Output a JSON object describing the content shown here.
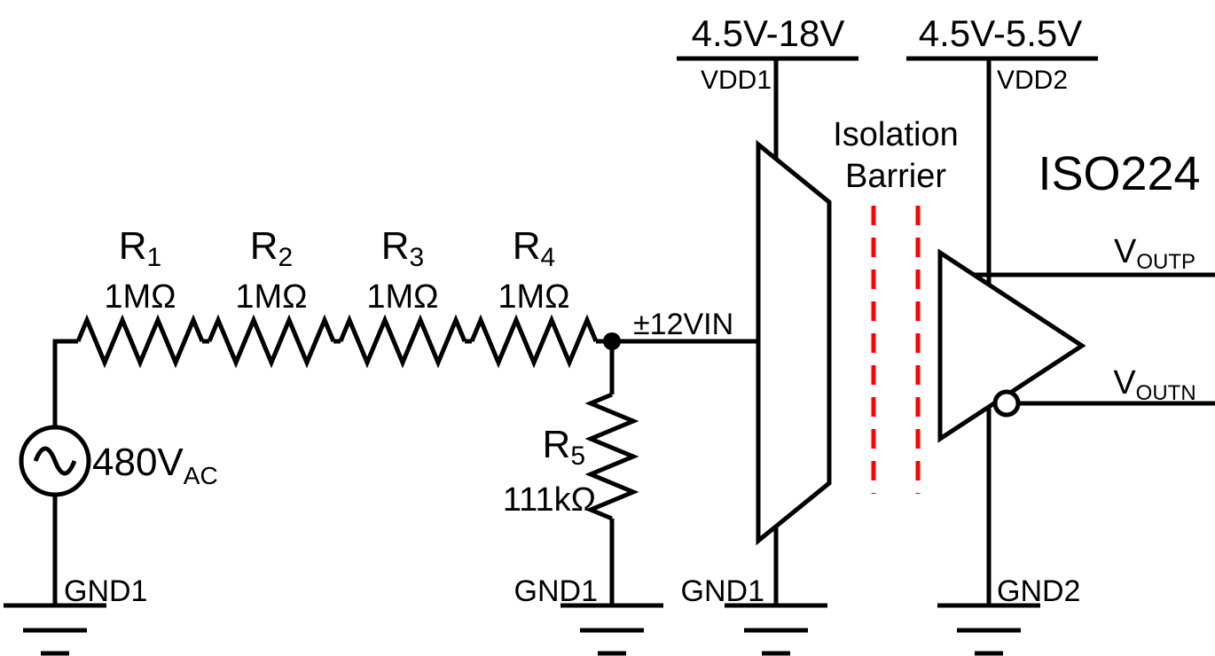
{
  "device": {
    "name": "ISO224"
  },
  "source": {
    "value": "480V",
    "sub": "AC"
  },
  "resistors": [
    {
      "name": "R",
      "sub": "1",
      "value": "1MΩ"
    },
    {
      "name": "R",
      "sub": "2",
      "value": "1MΩ"
    },
    {
      "name": "R",
      "sub": "3",
      "value": "1MΩ"
    },
    {
      "name": "R",
      "sub": "4",
      "value": "1MΩ"
    },
    {
      "name": "R",
      "sub": "5",
      "value": "111kΩ"
    }
  ],
  "input_node": {
    "label": "±12VIN"
  },
  "supply1": {
    "range": "4.5V-18V",
    "pin": "VDD1"
  },
  "supply2": {
    "range": "4.5V-5.5V",
    "pin": "VDD2"
  },
  "isolation": {
    "line1": "Isolation",
    "line2": "Barrier"
  },
  "outputs": {
    "positive": {
      "name": "V",
      "sub": "OUTP"
    },
    "negative": {
      "name": "V",
      "sub": "OUTN"
    }
  },
  "grounds": {
    "source": "GND1",
    "divider": "GND1",
    "input_side": "GND1",
    "output_side": "GND2"
  },
  "colors": {
    "wire": "#000000",
    "isolation_barrier": "#ff0000"
  }
}
